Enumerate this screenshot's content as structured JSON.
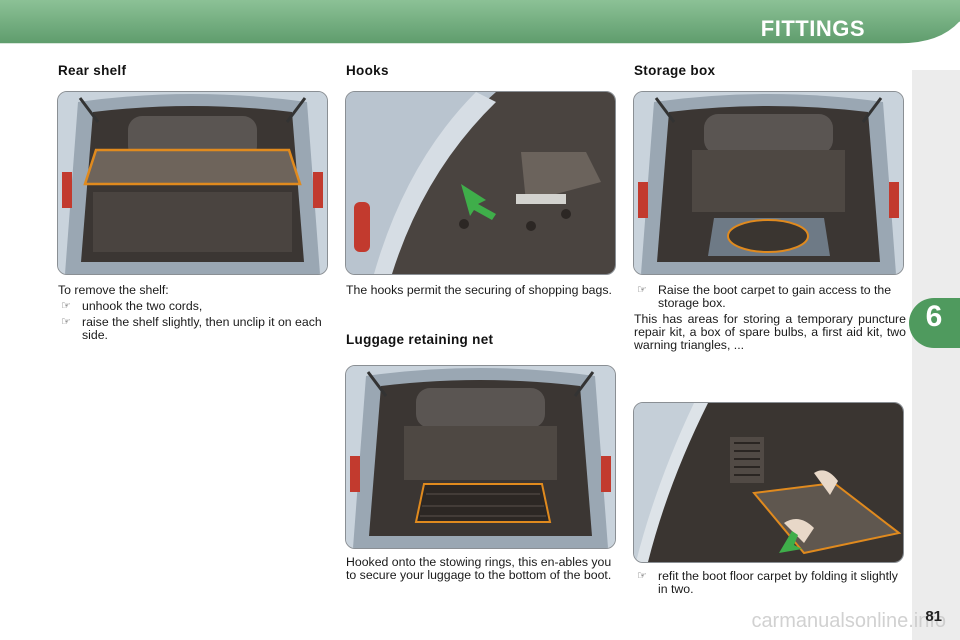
{
  "header": {
    "title": "FITTINGS"
  },
  "chapter_tab": {
    "number": "6"
  },
  "rear_shelf": {
    "heading": "Rear shelf",
    "intro": "To remove the shelf:",
    "bullets": [
      "unhook the two cords,",
      "raise the shelf slightly, then unclip it on each side."
    ]
  },
  "hooks": {
    "heading": "Hooks",
    "text": "The hooks permit the securing of shopping bags."
  },
  "luggage_net": {
    "heading": "Luggage retaining net",
    "text": "Hooked onto the stowing rings, this en-ables you to secure your luggage to the bottom of the boot."
  },
  "storage_box": {
    "heading": "Storage box",
    "bullet1": "Raise the boot carpet to gain access to the storage box.",
    "text": "This has areas for storing a temporary puncture repair kit, a box of spare bulbs, a first aid kit, two warning triangles, ...",
    "bullet2": "refit the boot floor carpet by folding it slightly in two."
  },
  "footer": {
    "page_number": "81",
    "watermark": "carmanualsonline.info"
  },
  "colors": {
    "header_green": "#6fa87a",
    "tab_green": "#4f9a5e",
    "highlight_orange": "#e08a1e",
    "arrow_green": "#3fae4a"
  },
  "icons": {
    "bullet": "hand-pointer-icon"
  }
}
